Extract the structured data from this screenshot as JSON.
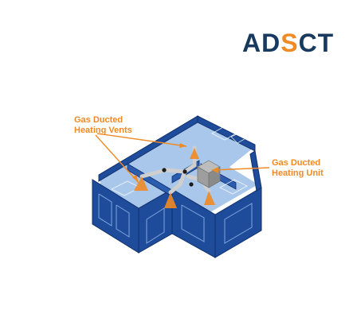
{
  "logo": {
    "part1": "AD",
    "part2": "S",
    "part3": "CT"
  },
  "labels": {
    "vents": "Gas Ducted\nHeating Vents",
    "unit": "Gas Ducted\nHeating Unit"
  },
  "colors": {
    "accent": "#f08a24",
    "brand": "#173a5e",
    "wall_blue": "#1e4c9a",
    "floor_blue": "#a9c7ea",
    "duct_grey": "#d6d6d6"
  }
}
